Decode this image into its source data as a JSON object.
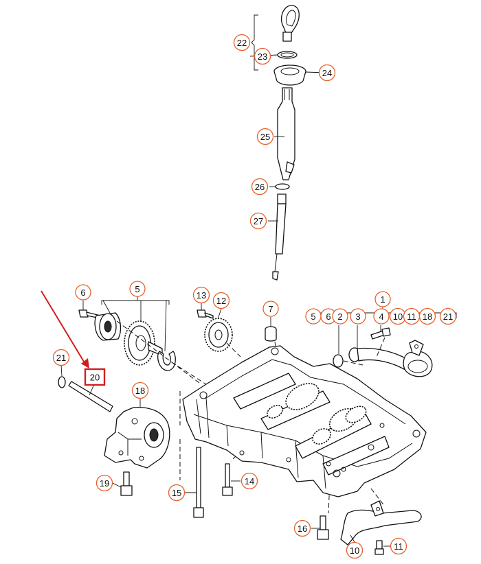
{
  "callouts": [
    {
      "id": "c22",
      "label": "22"
    },
    {
      "id": "c23",
      "label": "23"
    },
    {
      "id": "c24",
      "label": "24"
    },
    {
      "id": "c25",
      "label": "25"
    },
    {
      "id": "c26",
      "label": "26"
    },
    {
      "id": "c27",
      "label": "27"
    },
    {
      "id": "c6",
      "label": "6"
    },
    {
      "id": "c5",
      "label": "5"
    },
    {
      "id": "c13",
      "label": "13"
    },
    {
      "id": "c12",
      "label": "12"
    },
    {
      "id": "c7",
      "label": "7"
    },
    {
      "id": "c1",
      "label": "1"
    },
    {
      "id": "c5b",
      "label": "5"
    },
    {
      "id": "c6b",
      "label": "6"
    },
    {
      "id": "c2",
      "label": "2"
    },
    {
      "id": "c3",
      "label": "3"
    },
    {
      "id": "c4",
      "label": "4"
    },
    {
      "id": "c10b",
      "label": "10"
    },
    {
      "id": "c11b",
      "label": "11"
    },
    {
      "id": "c18b",
      "label": "18"
    },
    {
      "id": "c21b",
      "label": "21"
    },
    {
      "id": "c21",
      "label": "21"
    },
    {
      "id": "c18",
      "label": "18"
    },
    {
      "id": "c19",
      "label": "19"
    },
    {
      "id": "c15",
      "label": "15"
    },
    {
      "id": "c14",
      "label": "14"
    },
    {
      "id": "c16",
      "label": "16"
    },
    {
      "id": "c10",
      "label": "10"
    },
    {
      "id": "c11",
      "label": "11"
    }
  ],
  "highlight": {
    "label": "20",
    "color": "#d21d1d"
  },
  "colors": {
    "callout_stroke": "#e8602c",
    "line": "#111111",
    "highlight": "#d21d1d"
  }
}
